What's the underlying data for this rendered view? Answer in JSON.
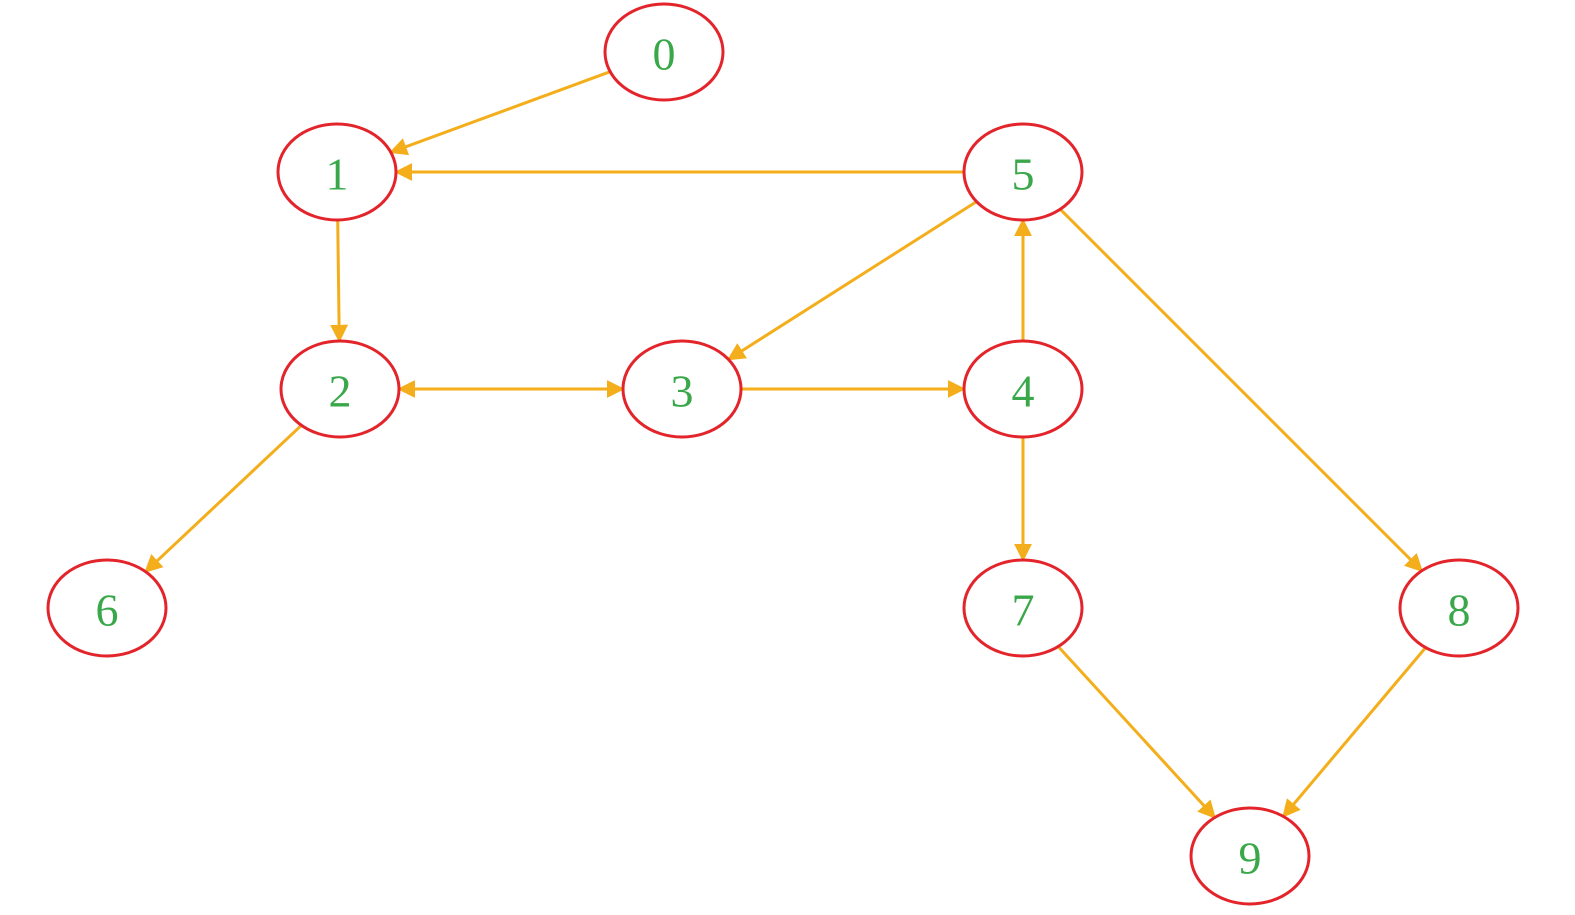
{
  "colors": {
    "node_border": "#e3242b",
    "node_label": "#3aa84a",
    "edge": "#f4ae1b",
    "background": "#ffffff"
  },
  "nodes": [
    {
      "id": "0",
      "label": "0"
    },
    {
      "id": "1",
      "label": "1"
    },
    {
      "id": "2",
      "label": "2"
    },
    {
      "id": "3",
      "label": "3"
    },
    {
      "id": "4",
      "label": "4"
    },
    {
      "id": "5",
      "label": "5"
    },
    {
      "id": "6",
      "label": "6"
    },
    {
      "id": "7",
      "label": "7"
    },
    {
      "id": "8",
      "label": "8"
    },
    {
      "id": "9",
      "label": "9"
    }
  ],
  "edges": [
    {
      "from": "0",
      "to": "1",
      "bidirectional": false
    },
    {
      "from": "5",
      "to": "1",
      "bidirectional": false
    },
    {
      "from": "1",
      "to": "2",
      "bidirectional": false
    },
    {
      "from": "2",
      "to": "3",
      "bidirectional": true
    },
    {
      "from": "3",
      "to": "4",
      "bidirectional": false
    },
    {
      "from": "4",
      "to": "5",
      "bidirectional": false
    },
    {
      "from": "5",
      "to": "3",
      "bidirectional": false
    },
    {
      "from": "5",
      "to": "8",
      "bidirectional": false
    },
    {
      "from": "2",
      "to": "6",
      "bidirectional": false
    },
    {
      "from": "4",
      "to": "7",
      "bidirectional": false
    },
    {
      "from": "7",
      "to": "9",
      "bidirectional": false
    },
    {
      "from": "8",
      "to": "9",
      "bidirectional": false
    }
  ]
}
